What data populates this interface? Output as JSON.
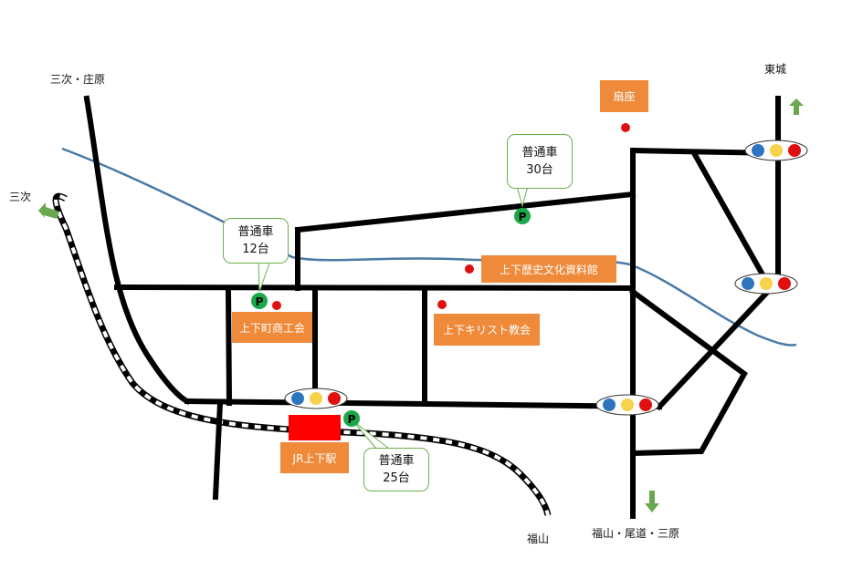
{
  "places": {
    "miyoshi_shobara": "三次・庄原",
    "miyoshi": "三次",
    "tojo": "東城",
    "fukuyama": "福山",
    "fukuyama_onomichi_mihara": "福山・尾道・三原",
    "ougiza": "扇座",
    "history_museum": "上下歴史文化資料館",
    "commerce_assoc": "上下町商工会",
    "church": "上下キリスト教会",
    "station": "JR上下駅"
  },
  "parking": [
    {
      "type": "普通車",
      "count": "30台",
      "icon": "P"
    },
    {
      "type": "普通車",
      "count": "12台",
      "icon": "P"
    },
    {
      "type": "普通車",
      "count": "25台",
      "icon": "P"
    }
  ],
  "colors": {
    "road": "#000000",
    "river": "#4a7aa6",
    "label_bg": "#ee8a3a",
    "station": "#ff0000",
    "poi_dot": "#e01010",
    "parking": "#1aa84a",
    "arrow": "#6aa84f",
    "signal_blue": "#2e75c0",
    "signal_yellow": "#f7d24a",
    "signal_red": "#e01010"
  },
  "icons": [
    "parking-icon",
    "traffic-signal-icon",
    "direction-arrow-icon",
    "poi-dot-icon"
  ]
}
